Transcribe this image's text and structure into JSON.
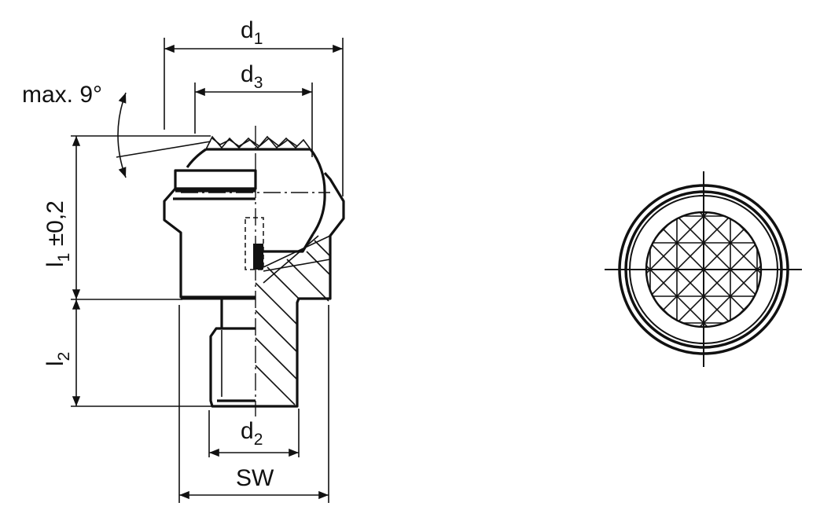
{
  "drawing": {
    "dimensions": {
      "d1": {
        "base": "d",
        "sub": "1"
      },
      "d3": {
        "base": "d",
        "sub": "3"
      },
      "d2": {
        "base": "d",
        "sub": "2"
      },
      "l1": {
        "base": "l",
        "sub": "1",
        "tolerance": " ±0,2"
      },
      "l2": {
        "base": "l",
        "sub": "2"
      },
      "sw": "SW",
      "angle": "max. 9°"
    },
    "line_color": "#111111",
    "background": "#ffffff"
  }
}
